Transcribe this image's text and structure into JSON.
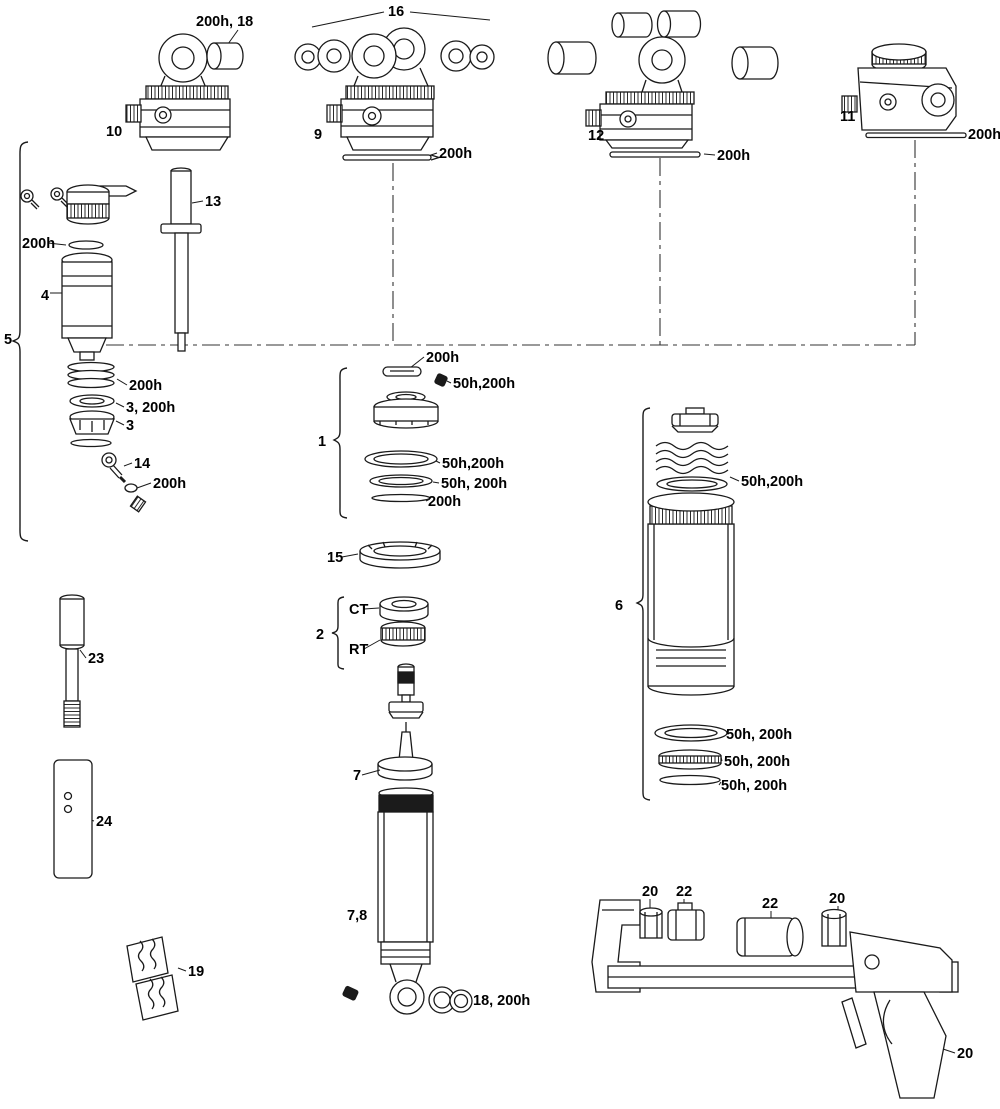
{
  "callouts": {
    "bushing_top": "200h, 18",
    "mounting_hardware": "16",
    "part10": "10",
    "part9": "9",
    "part9_shaft": "200h",
    "part12": "12",
    "part12_shaft": "200h",
    "part11": "11",
    "part11_shaft": "200h",
    "group5": "5",
    "part13": "13",
    "valve_washer": "200h",
    "part4": "4",
    "glide_rings": "200h",
    "seal3_200h": "3, 200h",
    "seal3": "3",
    "part14": "14",
    "part14_oring": "200h",
    "mid_pill": "200h",
    "mid_bolt": "50h,200h",
    "group1": "1",
    "group1_ring_a": "50h,200h",
    "group1_ring_b": "50h, 200h",
    "group1_ring_c": "200h",
    "part15": "15",
    "ct": "CT",
    "group2": "2",
    "rt": "RT",
    "part7": "7",
    "part78": "7,8",
    "eyelet_bushing": "18, 200h",
    "group6": "6",
    "group6_ring_top": "50h,200h",
    "group6_ring_a": "50h, 200h",
    "group6_ring_b": "50h, 200h",
    "group6_ring_c": "50h, 200h",
    "part23": "23",
    "part24": "24",
    "part19": "19",
    "tool20_a": "20",
    "tool22_a": "22",
    "tool22_b": "22",
    "tool20_b": "20",
    "tool20_c": "20"
  }
}
